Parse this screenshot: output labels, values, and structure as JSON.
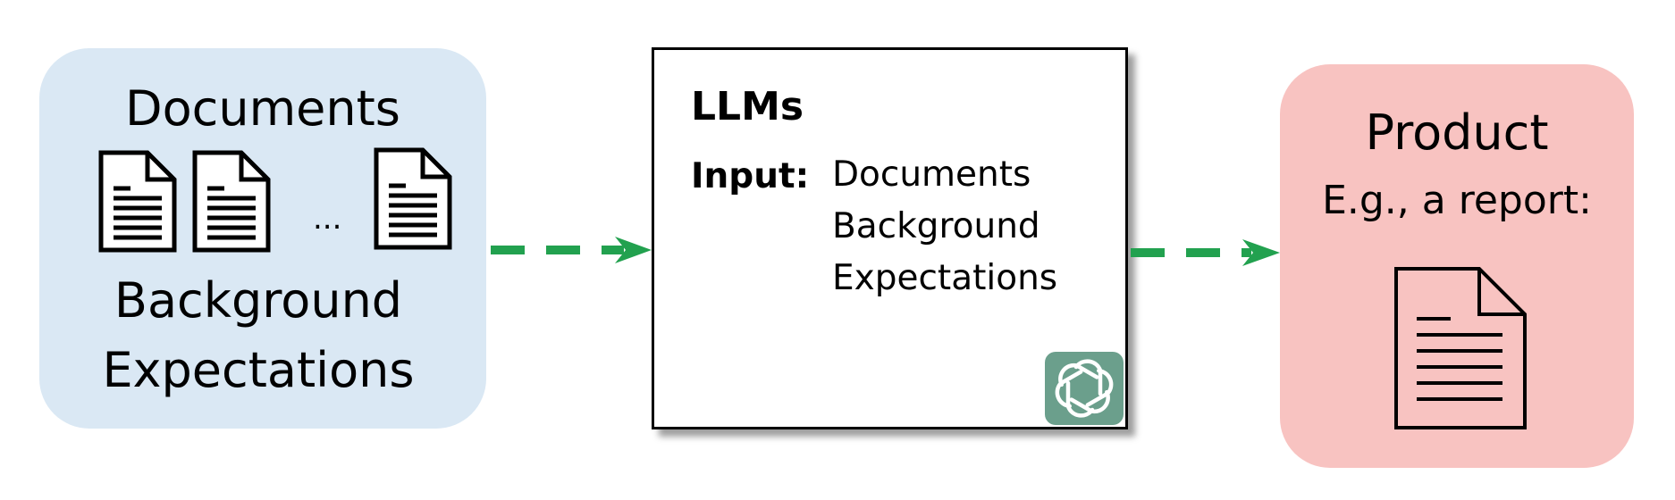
{
  "input_box": {
    "title": "Documents",
    "ellipsis": "...",
    "line1": "Background",
    "line2": "Expectations",
    "color": "#dae8f4"
  },
  "llm_box": {
    "title": "LLMs",
    "input_label": "Input:",
    "input_items": [
      "Documents",
      "Background",
      "Expectations"
    ],
    "badge_icon": "openai-logo-icon",
    "badge_color": "#6b9f8c"
  },
  "product_box": {
    "title": "Product",
    "subtitle": "E.g., a report:",
    "color": "#f8c3c1"
  },
  "arrow_color": "#22a14f"
}
